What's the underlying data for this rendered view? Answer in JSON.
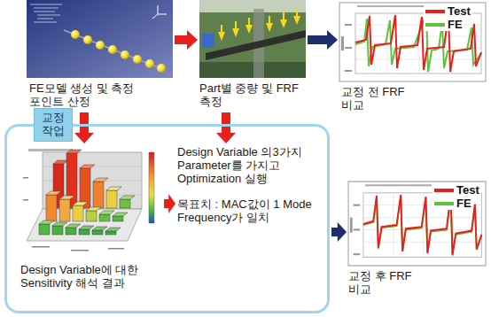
{
  "diagram": {
    "nodes": [
      {
        "text": [
          "FE모델 생성 및 측정 포인트 산정"
        ]
      },
      {
        "text": [
          "Part별 중량 및 FRF측정"
        ]
      },
      {
        "text": [
          "교정 전 FRF 비교"
        ]
      },
      {
        "text": [
          "교정 작업"
        ]
      },
      {
        "text": [
          "Design Variable에 대한 Sensitivity 해석 결과"
        ],
        "in": 3
      },
      {
        "text": [
          "Design Variable 의3가지 Parameter를 가지고 Optimization 실행",
          "목표치 : MAC값이 1 Mode Frequency가 일치"
        ],
        "in": 3
      },
      {
        "text": [
          "교정 후 FRF 비교"
        ]
      }
    ],
    "edges": [
      {
        "from": 0,
        "to": 1,
        "arrow": "to"
      },
      {
        "from": 1,
        "to": 2,
        "arrow": "to"
      },
      {
        "from": 0,
        "to": 4,
        "arrow": "to"
      },
      {
        "from": 1,
        "to": 5,
        "arrow": "to"
      },
      {
        "from": 4,
        "to": 5,
        "arrow": "to"
      },
      {
        "from": 3,
        "to": 6,
        "arrow": "to"
      }
    ],
    "legend": [
      {
        "text": "Test",
        "color": "#e8201c"
      },
      {
        "text": "FE",
        "color": "#5cc43c"
      },
      {
        "text": "Test",
        "color": "#e8201c"
      },
      {
        "text": "FE",
        "color": "#5cc43c"
      }
    ]
  }
}
